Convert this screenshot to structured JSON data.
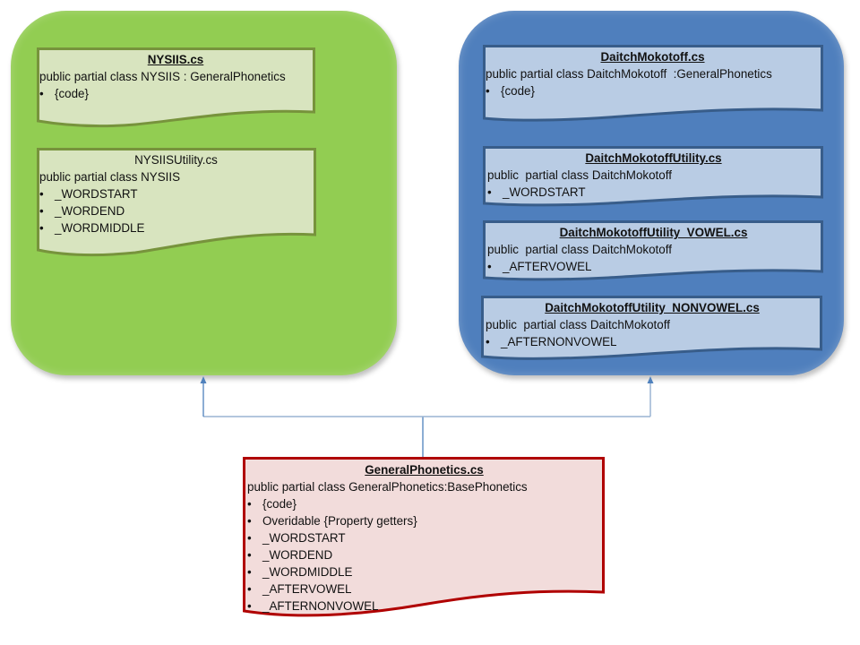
{
  "colors": {
    "green_group": "#92cd52",
    "green_doc_fill": "#d8e4bf",
    "green_doc_border": "#77933c",
    "blue_group": "#4f7fbd",
    "blue_doc_fill": "#b9cce4",
    "blue_doc_border": "#385d8a",
    "red_doc_fill": "#f2dcdb",
    "red_doc_border": "#b00000",
    "connector": "#4f81bd"
  },
  "nysiis_group": {
    "docs": [
      {
        "title": "NYSIIS.cs",
        "declaration": "public partial class NYSIIS : GeneralPhonetics",
        "items": [
          "{code}"
        ]
      },
      {
        "title": "NYSIISUtility.cs",
        "declaration": "public partial class NYSIIS",
        "items": [
          "_WORDSTART",
          "_WORDEND",
          "_WORDMIDDLE"
        ]
      }
    ]
  },
  "daitch_group": {
    "docs": [
      {
        "title": "DaitchMokotoff.cs",
        "declaration": "public partial class DaitchMokotoff  :GeneralPhonetics",
        "items": [
          "{code}"
        ]
      },
      {
        "title": "DaitchMokotoffUtility.cs",
        "declaration": "public  partial class DaitchMokotoff",
        "items": [
          "_WORDSTART"
        ]
      },
      {
        "title": "DaitchMokotoffUtility_VOWEL.cs",
        "declaration": "public  partial class DaitchMokotoff",
        "items": [
          "_AFTERVOWEL"
        ]
      },
      {
        "title": "DaitchMokotoffUtility_NONVOWEL.cs",
        "declaration": "public  partial class DaitchMokotoff",
        "items": [
          "_AFTERNONVOWEL"
        ]
      }
    ]
  },
  "base_doc": {
    "title": "GeneralPhonetics.cs",
    "declaration": "public partial class GeneralPhonetics:BasePhonetics",
    "items": [
      "{code}",
      "Overidable {Property  getters}",
      "_WORDSTART",
      "_WORDEND",
      "_WORDMIDDLE",
      "_AFTERVOWEL",
      "_AFTERNONVOWEL"
    ]
  }
}
